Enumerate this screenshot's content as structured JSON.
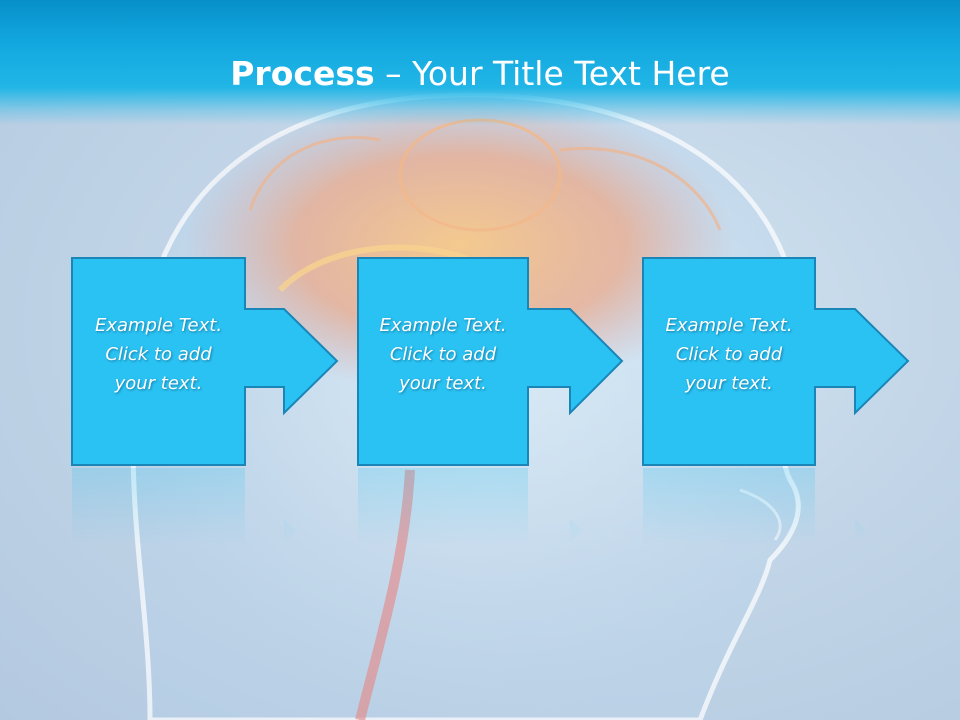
{
  "slide": {
    "title_bold": "Process",
    "title_rest": " – Your Title Text Here",
    "colors": {
      "title_bar": "#12a8df",
      "box_fill": "#29c2f2",
      "box_stroke": "#1a86b8",
      "text": "#ffffff"
    }
  },
  "steps": [
    {
      "text": "Example Text.\nClick  to add\nyour text."
    },
    {
      "text": "Example Text.\nClick  to add\nyour text."
    },
    {
      "text": "Example Text.\nClick  to add\nyour text."
    }
  ]
}
